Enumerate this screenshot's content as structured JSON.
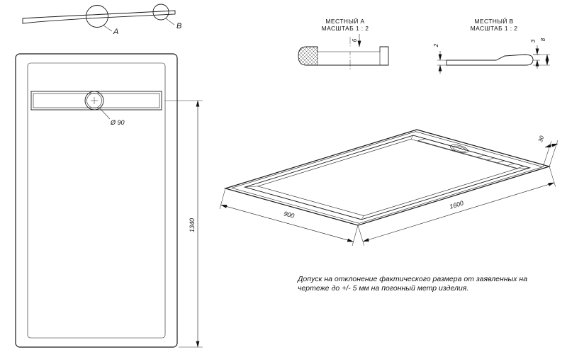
{
  "section_view": {
    "detail_label_a": "А",
    "detail_label_b": "В"
  },
  "detail_a": {
    "title": "МЕСТНЫЙ А",
    "scale": "МАСШТАБ 1 : 2",
    "dim_depth": "6"
  },
  "detail_b": {
    "title": "МЕСТНЫЙ В",
    "scale": "МАСШТАБ 1 : 2",
    "dim_thickness": "2",
    "dim_step": "3",
    "dim_height": "8"
  },
  "front_view": {
    "dim_drain": "Ø 90",
    "dim_length": "1340"
  },
  "iso_view": {
    "dim_width": "900",
    "dim_length": "1600",
    "dim_rim": "30"
  },
  "note": {
    "line1": "Допуск на отклонение фактического размера от заявленных на",
    "line2": "чертеже до +/- 5 мм на погонный метр изделия."
  }
}
